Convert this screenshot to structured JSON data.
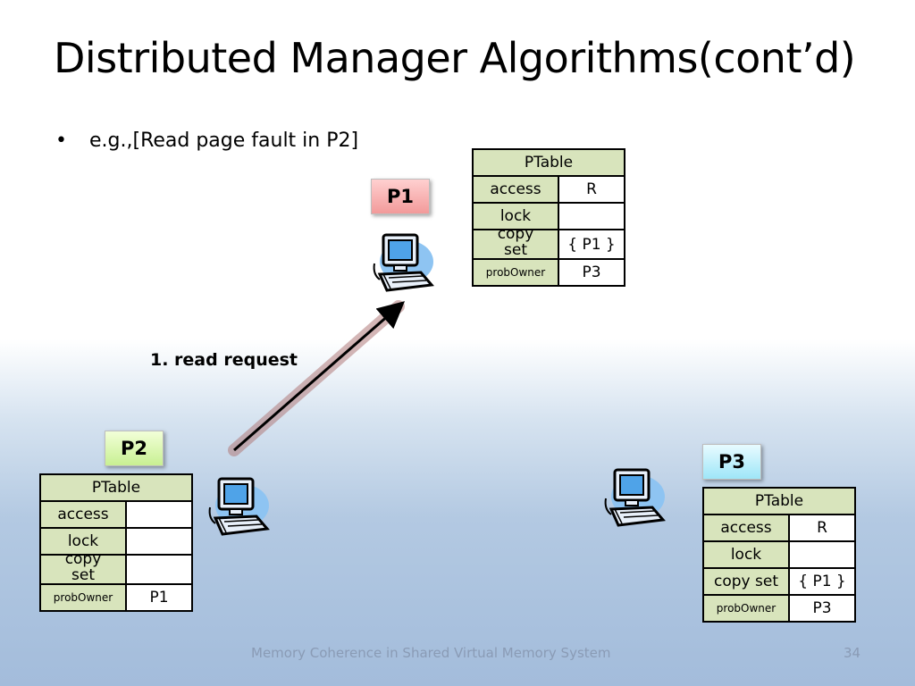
{
  "slide": {
    "title": "Distributed Manager Algorithms(cont’d)",
    "bullet_marker": "•",
    "bullet_text": "e.g.,[Read page fault in P2]",
    "arrow_label": "1. read request",
    "footer": "Memory Coherence in Shared Virtual Memory System",
    "page_number": "34"
  },
  "processors": {
    "p1": {
      "label": "P1",
      "color": "#f29a9a",
      "table": {
        "header": "PTable",
        "rows": [
          {
            "field": "access",
            "value": "R"
          },
          {
            "field": "lock",
            "value": ""
          },
          {
            "field_line1": "copy",
            "field_line2": "set",
            "value": "{ P1 }"
          },
          {
            "field": "probOwner",
            "value": "P3"
          }
        ]
      }
    },
    "p2": {
      "label": "P2",
      "color": "#c8f092",
      "table": {
        "header": "PTable",
        "rows": [
          {
            "field": "access",
            "value": ""
          },
          {
            "field": "lock",
            "value": ""
          },
          {
            "field_line1": "copy",
            "field_line2": "set",
            "value": ""
          },
          {
            "field": "probOwner",
            "value": "P1"
          }
        ]
      }
    },
    "p3": {
      "label": "P3",
      "color": "#9ee6f8",
      "table": {
        "header": "PTable",
        "rows": [
          {
            "field": "access",
            "value": "R"
          },
          {
            "field": "lock",
            "value": ""
          },
          {
            "field": "copy set",
            "value": "{ P1 }"
          },
          {
            "field": "probOwner",
            "value": "P3"
          }
        ]
      }
    }
  },
  "icons": {
    "computer": "computer-icon"
  }
}
